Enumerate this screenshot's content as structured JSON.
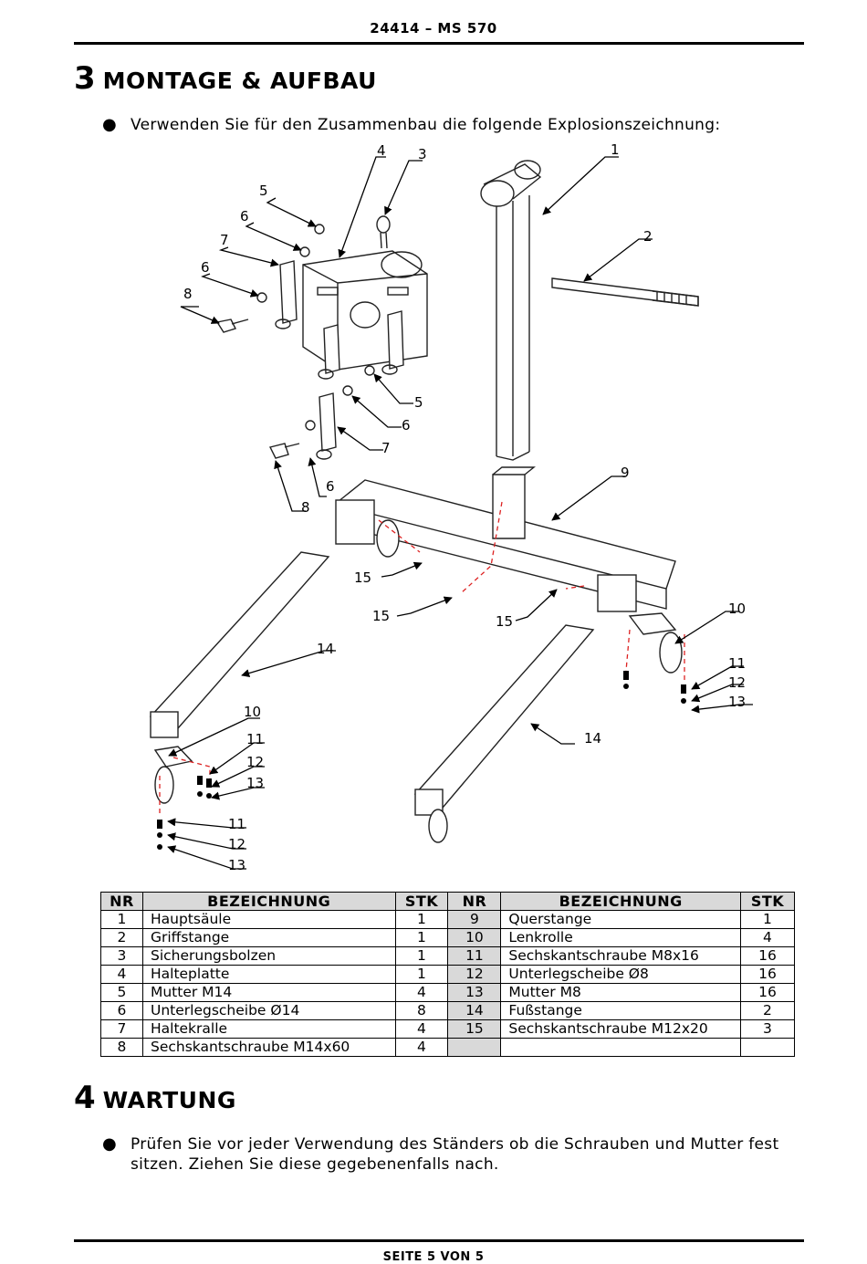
{
  "header": {
    "title": "24414 – MS 570"
  },
  "section3": {
    "number": "3",
    "title": "MONTAGE & AUFBAU",
    "bullet": "Verwenden Sie für den Zusammenbau die folgende Explosionszeichnung:"
  },
  "diagram": {
    "labels": [
      "1",
      "2",
      "3",
      "4",
      "5",
      "6",
      "7",
      "6",
      "8",
      "5",
      "6",
      "7",
      "6",
      "8",
      "9",
      "15",
      "15",
      "15",
      "10",
      "11",
      "12",
      "13",
      "14",
      "14",
      "10",
      "11",
      "12",
      "13",
      "11",
      "12",
      "13"
    ]
  },
  "table": {
    "headers": [
      "NR",
      "BEZEICHNUNG",
      "STK",
      "NR",
      "BEZEICHNUNG",
      "STK"
    ],
    "rows": [
      {
        "nr1": "1",
        "name1": "Hauptsäule",
        "stk1": "1",
        "nr2": "9",
        "name2": "Querstange",
        "stk2": "1"
      },
      {
        "nr1": "2",
        "name1": "Griffstange",
        "stk1": "1",
        "nr2": "10",
        "name2": "Lenkrolle",
        "stk2": "4"
      },
      {
        "nr1": "3",
        "name1": "Sicherungsbolzen",
        "stk1": "1",
        "nr2": "11",
        "name2": "Sechskantschraube M8x16",
        "stk2": "16"
      },
      {
        "nr1": "4",
        "name1": "Halteplatte",
        "stk1": "1",
        "nr2": "12",
        "name2": "Unterlegscheibe Ø8",
        "stk2": "16"
      },
      {
        "nr1": "5",
        "name1": "Mutter M14",
        "stk1": "4",
        "nr2": "13",
        "name2": "Mutter M8",
        "stk2": "16"
      },
      {
        "nr1": "6",
        "name1": "Unterlegscheibe Ø14",
        "stk1": "8",
        "nr2": "14",
        "name2": "Fußstange",
        "stk2": "2"
      },
      {
        "nr1": "7",
        "name1": "Haltekralle",
        "stk1": "4",
        "nr2": "15",
        "name2": "Sechskantschraube M12x20",
        "stk2": "3"
      },
      {
        "nr1": "8",
        "name1": "Sechskantschraube M14x60",
        "stk1": "4",
        "nr2": "",
        "name2": "",
        "stk2": ""
      }
    ]
  },
  "section4": {
    "number": "4",
    "title": "WARTUNG",
    "bullet": "Prüfen Sie vor jeder Verwendung des Ständers ob die Schrauben und Mutter fest sitzen. Ziehen Sie diese gegebenenfalls nach."
  },
  "footer": {
    "text": "SEITE 5 VON 5"
  }
}
